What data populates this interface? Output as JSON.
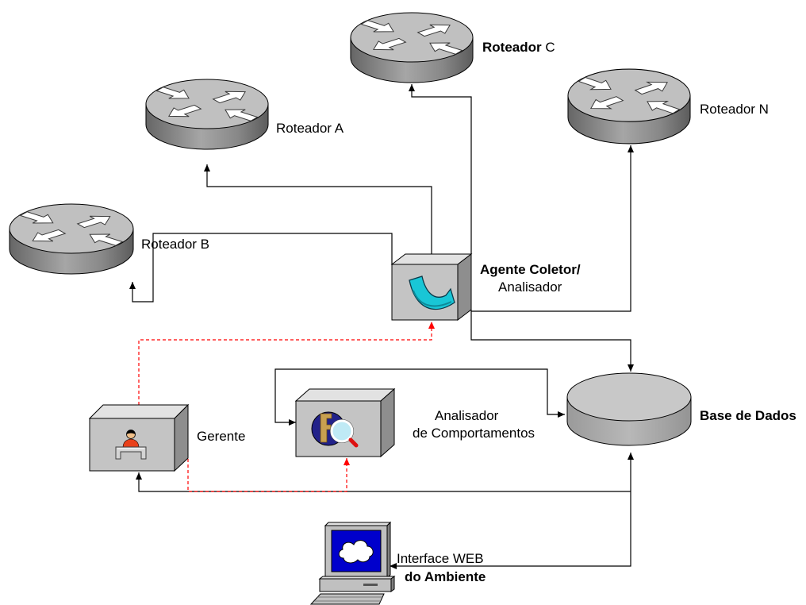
{
  "nodes": {
    "roteador_c": {
      "name_bold": "Roteador",
      "name_suffix": "C",
      "icon": "router-icon"
    },
    "roteador_a": {
      "name": "Roteador A",
      "icon": "router-icon"
    },
    "roteador_n": {
      "name": "Roteador N",
      "icon": "router-icon"
    },
    "roteador_b": {
      "name": "Roteador B",
      "icon": "router-icon"
    },
    "agente": {
      "line1": "Agente Coletor/",
      "line2": "Analisador",
      "icon": "hook-icon"
    },
    "base_dados": {
      "name": "Base de Dados",
      "icon": "database-icon"
    },
    "analisador": {
      "line1": "Analisador",
      "line2": "de Comportamentos",
      "icon": "globe-magnifier-icon"
    },
    "gerente": {
      "name": "Gerente",
      "icon": "person-at-desk-icon"
    },
    "interface_web": {
      "line1": "Interface WEB",
      "line2": "do Ambiente",
      "icon": "computer-icon"
    }
  },
  "colors": {
    "link": "#000000",
    "control_link": "#ff0000",
    "router_top": "#c0c0c0",
    "router_side": "#808080",
    "box_front": "#c4c4c4",
    "box_top": "#e2e2e2",
    "box_side": "#8e8e8e",
    "database_top": "#c8c8c8",
    "agent_hook": "#19c6d6",
    "screen": "#0000cc"
  }
}
